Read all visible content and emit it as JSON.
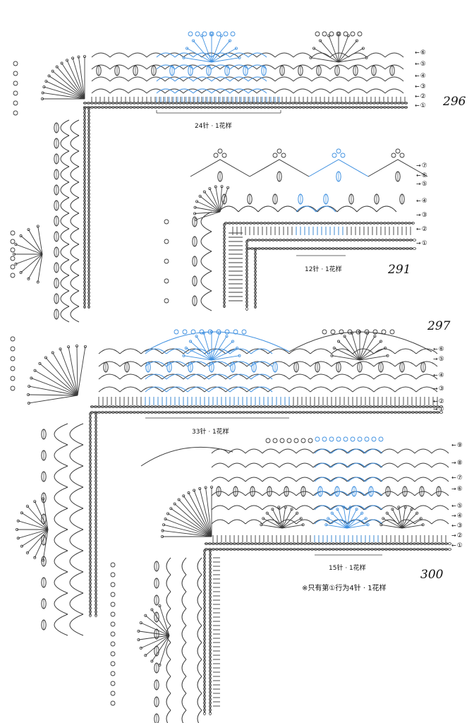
{
  "colors": {
    "ink": "#3a3a3a",
    "accent": "#3d8fe0",
    "paper": "#ffffff"
  },
  "patterns": [
    {
      "id": "p296",
      "number": "296",
      "repeat": "24针 · 1花样",
      "rows": [
        "⑥",
        "⑤",
        "④",
        "③",
        "②",
        "①"
      ]
    },
    {
      "id": "p291",
      "number": "291",
      "repeat": "12针 · 1花样",
      "rows": [
        "⑦",
        "⑥",
        "⑤",
        "④",
        "③",
        "②",
        "①"
      ]
    },
    {
      "id": "p297",
      "number": "297",
      "repeat": "33针 · 1花样",
      "rows": [
        "⑥",
        "⑤",
        "④",
        "③",
        "②",
        "①"
      ]
    },
    {
      "id": "p300",
      "number": "300",
      "repeat": "15针 · 1花样",
      "note": "※只有第①行为4针 · 1花样",
      "rows": [
        "⑨",
        "⑧",
        "⑦",
        "⑥",
        "⑤",
        "④",
        "③",
        "②",
        "①"
      ]
    }
  ]
}
